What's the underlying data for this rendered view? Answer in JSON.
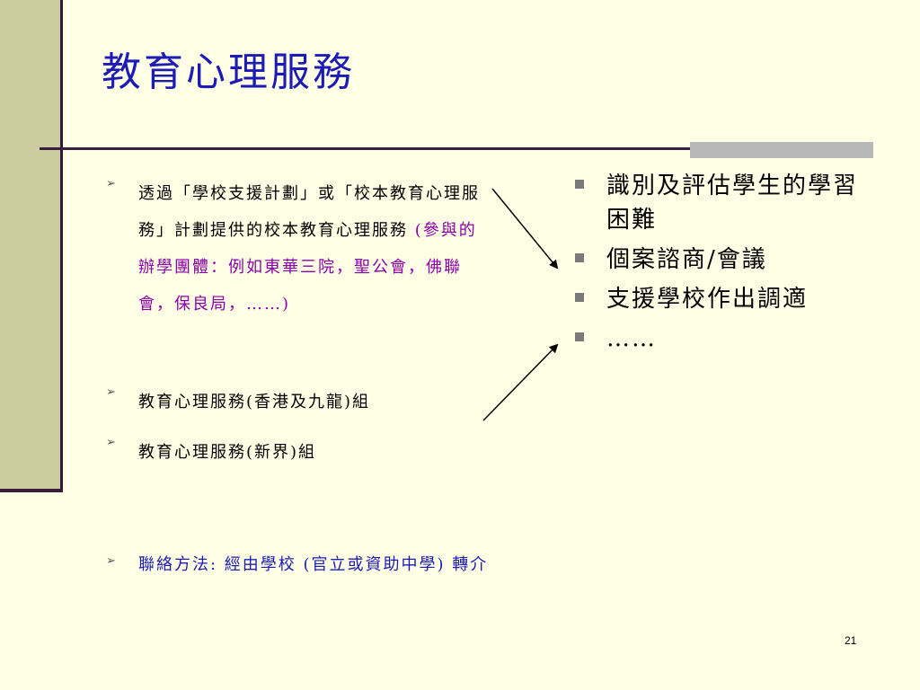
{
  "slide": {
    "title": "教育心理服務",
    "page_number": "21"
  },
  "left_items": [
    {
      "text": "透過「學校支援計劃」或「校本教育心理服務」計劃提供的校本教育心理服務",
      "note": "(參與的辦學團體：例如東華三院，聖公會，佛聯會，保良局，……)"
    },
    {
      "text": "教育心理服務(香港及九龍)組"
    },
    {
      "text": "教育心理服務(新界)組"
    },
    {
      "text": "聯絡方法: 經由學校 (官立或資助中學) 轉介"
    }
  ],
  "right_items": [
    "識別及評估學生的學習困難",
    "個案諮商/會議",
    "支援學校作出調適",
    "……"
  ],
  "colors": {
    "title": "#1C1CB4",
    "note": "#8B00A8",
    "contact": "#1C1CB4",
    "background": "#FFFFE5",
    "band": "#CDCBA0"
  }
}
